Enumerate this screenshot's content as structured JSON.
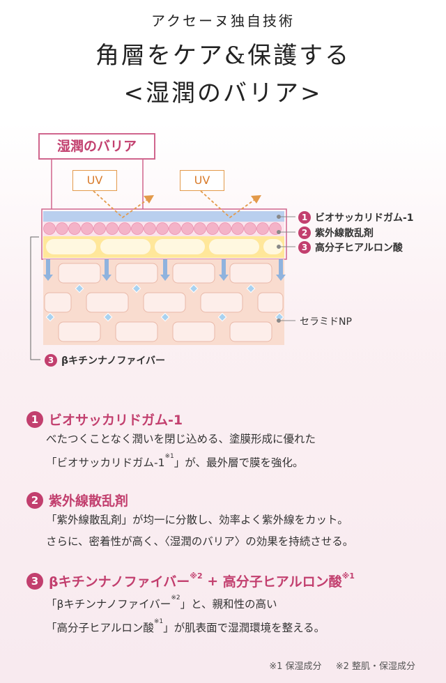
{
  "header": {
    "subtitle": "アクセーヌ独自技術",
    "title_line1": "角層をケア&保護する",
    "title_line2": "<湿潤のバリア>"
  },
  "diagram": {
    "barrier_label": "湿潤のバリア",
    "uv_labels": [
      "UV",
      "UV"
    ],
    "layer_labels": [
      {
        "num": "1",
        "text": "ビオサッカリドガム-1"
      },
      {
        "num": "2",
        "text": "紫外線散乱剤"
      },
      {
        "num": "3",
        "text": "高分子ヒアルロン酸"
      }
    ],
    "ceramide_label": "セラミドNP",
    "beta_label": {
      "num": "3",
      "text": "βキチンナノファイバー"
    },
    "colors": {
      "accent": "#c23f6e",
      "uv": "#e39a4a",
      "layer_blue": "#b9cfee",
      "layer_yellow": "#ffe79a",
      "skin": "#f9dccf"
    }
  },
  "sections": [
    {
      "num": "1",
      "title": "ビオサッカリドガム-1",
      "line1": "べたつくことなく潤いを閉じ込める、塗膜形成に優れた",
      "line2_pre": "「ビオサッカリドガム-1",
      "line2_sup": "※1",
      "line2_post": "」が、最外層で膜を強化。"
    },
    {
      "num": "2",
      "title": "紫外線散乱剤",
      "line1": "「紫外線散乱剤」が均一に分散し、効率よく紫外線をカット。",
      "line2": "さらに、密着性が高く、〈湿潤のバリア〉の効果を持続させる。"
    },
    {
      "num": "3",
      "title_a": "βキチンナノファイバー",
      "title_a_sup": "※2",
      "title_plus": " + ",
      "title_b": "高分子ヒアルロン酸",
      "title_b_sup": "※1",
      "line1_pre": "「βキチンナノファイバー",
      "line1_sup": "※2",
      "line1_post": "」と、親和性の高い",
      "line2_pre": "「高分子ヒアルロン酸",
      "line2_sup": "※1",
      "line2_post": "」が肌表面で湿潤環境を整える。"
    }
  ],
  "footnotes": [
    "※1 保湿成分",
    "※2 整肌・保湿成分"
  ]
}
